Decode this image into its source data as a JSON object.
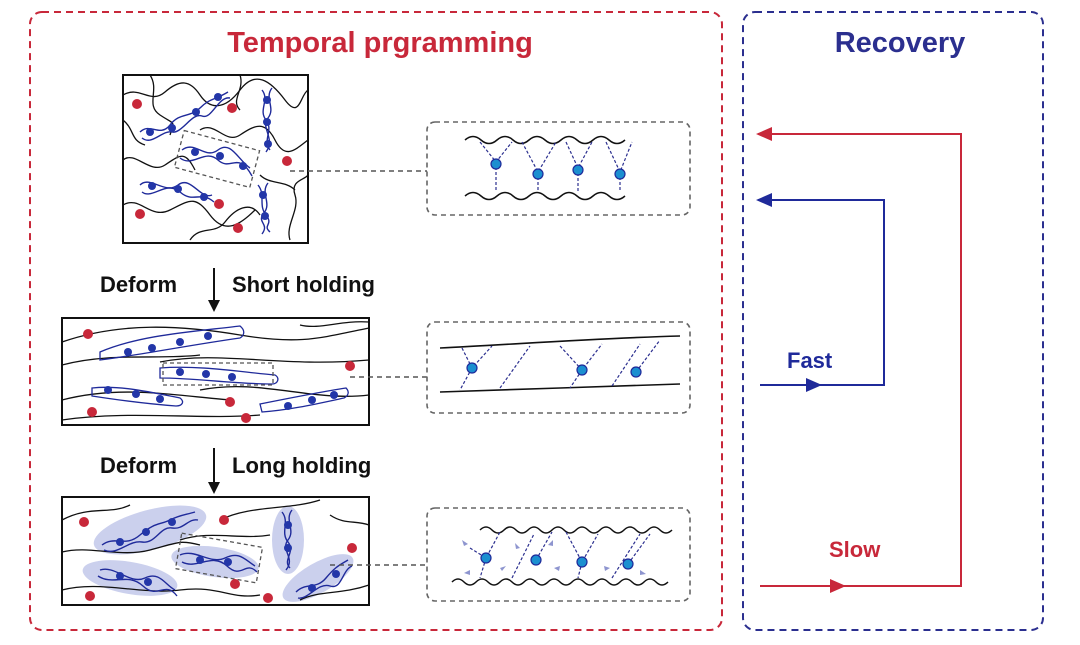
{
  "labels": {
    "programming_title": "Temporal prgramming",
    "recovery_title": "Recovery",
    "step1_left": "Deform",
    "step1_right": "Short holding",
    "step2_left": "Deform",
    "step2_right": "Long holding",
    "fast": "Fast",
    "slow": "Slow"
  },
  "colors": {
    "red": "#c8283a",
    "blue": "#2b2f8f",
    "dark_blue": "#1f2a9a",
    "bead": "#2336a8",
    "halo": "#c3c8ea",
    "grey_dash": "#666666",
    "black": "#111111",
    "cyan_node": "#1b8fd0"
  }
}
